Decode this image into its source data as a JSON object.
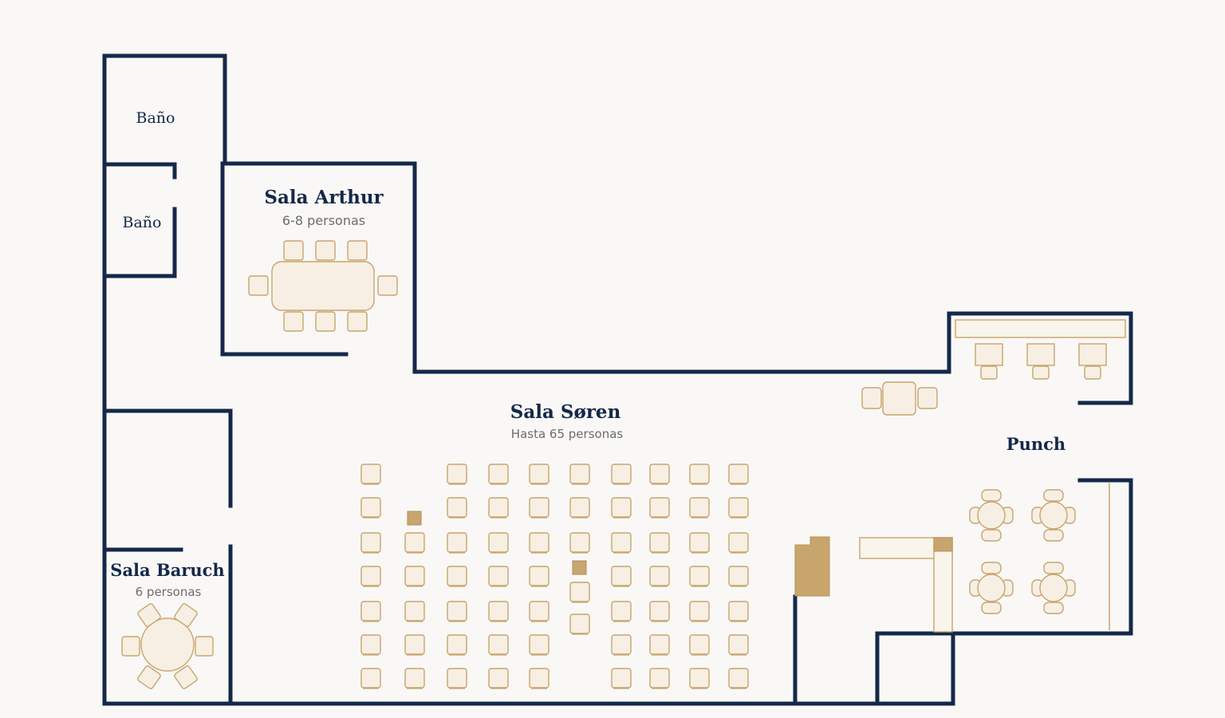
{
  "rooms": {
    "bano_1": {
      "name": "Baño"
    },
    "bano_2": {
      "name": "Baño"
    },
    "arthur": {
      "name": "Sala Arthur",
      "capacity": "6-8 personas"
    },
    "soren": {
      "name": "Sala Søren",
      "capacity": "Hasta 65 personas"
    },
    "baruch": {
      "name": "Sala Baruch",
      "capacity": "6 personas"
    },
    "punch": {
      "name": "Punch"
    }
  },
  "colors": {
    "wall": "#14284a",
    "furniture_fill": "#f7efe3",
    "furniture_stroke": "#c9a46c",
    "solid_accent": "#c9a56e",
    "background": "#f9f8f6"
  }
}
